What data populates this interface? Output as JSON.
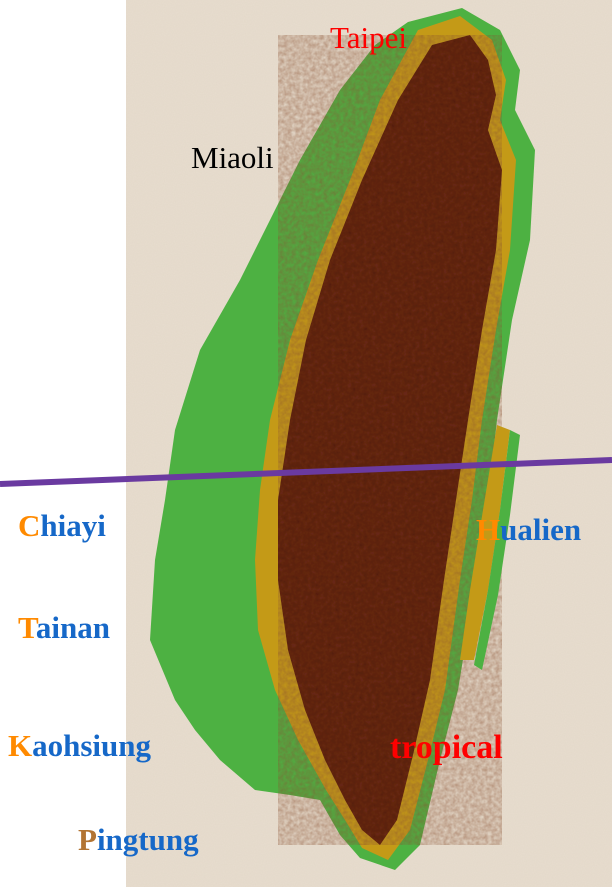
{
  "map": {
    "labels": {
      "taipei": {
        "text": "Taipei"
      },
      "miaoli": {
        "text": "Miaoli"
      },
      "chiayi": {
        "initial": "C",
        "rest": "hiayi"
      },
      "hualien": {
        "initial": "H",
        "rest": "ualien"
      },
      "tainan": {
        "initial": "T",
        "rest": "ainan"
      },
      "kaohsiung": {
        "initial": "K",
        "rest": "aohsiung"
      },
      "pingtung": {
        "initial": "P",
        "rest": "ingtung"
      },
      "tropical": {
        "text": "tropical"
      }
    },
    "colors": {
      "background": "#e7ddcf",
      "lowland": "#4db142",
      "foothills": "#c49a17",
      "mountains": "#6b2a14",
      "dividing_line": "#6a3aa0",
      "red_label": "#ff0000",
      "black_label": "#000000",
      "blue_label": "#1668c8",
      "orange_initial": "#ff8a00",
      "brown_initial": "#b27433"
    },
    "elements": {
      "dividing_line": "Tropic of Cancer boundary"
    }
  }
}
